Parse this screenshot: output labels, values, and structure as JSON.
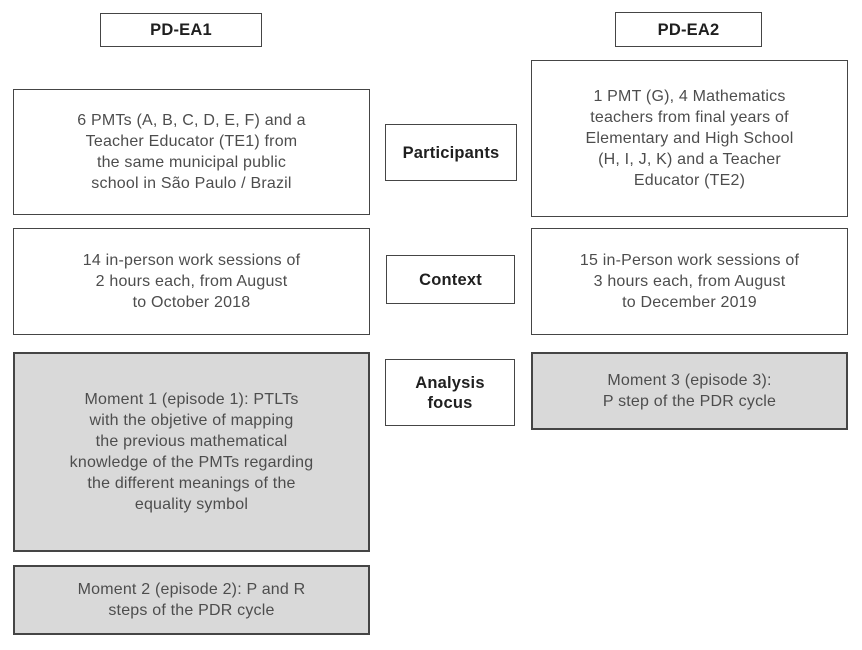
{
  "diagram": {
    "left_column": {
      "header": "PD-EA1",
      "participants_box": "6 PMTs (A, B, C, D, E, F) and a\nTeacher Educator (TE1) from\nthe same municipal public\nschool in São Paulo / Brazil",
      "context_box": "14 in-person work sessions of\n2 hours each, from August\nto October 2018",
      "analysis_box_moment1": "Moment 1 (episode 1): PTLTs\nwith the objetive of mapping\nthe previous mathematical\nknowledge of the PMTs regarding\nthe different meanings of the\nequality symbol",
      "analysis_box_moment2": "Moment 2 (episode 2): P and R\nsteps of the PDR cycle"
    },
    "right_column": {
      "header": "PD-EA2",
      "participants_box": "1 PMT (G), 4 Mathematics\nteachers from final years of\nElementary and High School\n(H, I, J, K) and a Teacher\nEducator (TE2)",
      "context_box": "15 in-Person work sessions of\n3 hours each, from August\nto December 2019",
      "analysis_box_moment3": "Moment 3 (episode 3):\nP step of the PDR cycle"
    },
    "row_labels": {
      "participants": "Participants",
      "context": "Context",
      "analysis_focus": "Analysis\nfocus"
    }
  },
  "colors": {
    "box_border": "#454545",
    "gray_fill": "#d9d9d9",
    "white_fill": "#ffffff",
    "body_text": "#4d4d4d",
    "label_text": "#1f1f1f"
  }
}
